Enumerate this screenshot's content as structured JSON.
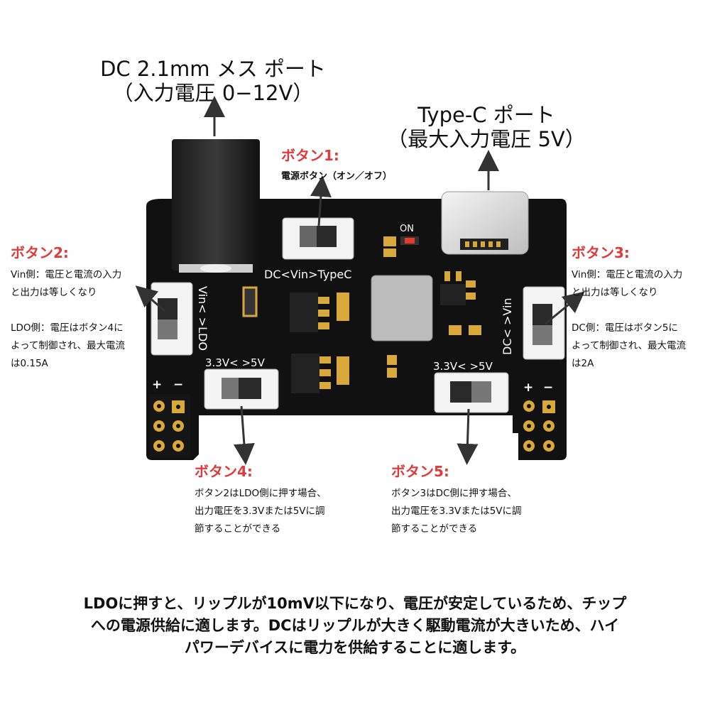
{
  "labels": {
    "dc_port": {
      "line1": "DC 2.1mm メス ポート",
      "line2": "（入力電圧 0−12V）"
    },
    "typec_port": {
      "line1": "Type-C ポート",
      "line2": "（最大入力電圧 5V）"
    }
  },
  "buttons": [
    {
      "title": "ボタン1:",
      "lines": [
        "電源ボタン（オン／オフ）"
      ]
    },
    {
      "title": "ボタン2:",
      "lines": [
        "Vin側：電圧と電流の入力",
        "と出力は等しくなり",
        "",
        "LDO側：電圧はボタン4に",
        "よって制御され、最大電流",
        "は0.15A"
      ]
    },
    {
      "title": "ボタン3:",
      "lines": [
        "Vin側：電圧と電流の入力",
        "と出力は等しくなり",
        "",
        "DC側：電圧はボタン5に",
        "よって制御され、最大電流",
        "は2A"
      ]
    },
    {
      "title": "ボタン4:",
      "lines": [
        "ボタン2はLDO側に押す場合、",
        "出力電圧を3.3Vまたは5Vに調",
        "節することができる"
      ]
    },
    {
      "title": "ボタン5:",
      "lines": [
        "ボタン3はDC側に押す場合、",
        "出力電圧を3.3Vまたは5Vに調",
        "節することができる"
      ]
    }
  ],
  "board": {
    "on_label": "ON",
    "dc_vin_typec": "DC<Vin>TypeC",
    "vin_ldo": "Vin< >LDO",
    "dc_vin": "DC< >Vin",
    "v33_5v_left": "3.3V<  >5V",
    "v33_5v_right": "3.3V<  >5V",
    "plus": "+",
    "minus": "−"
  },
  "bottom_text": [
    "LDOに押すと、リップルが10mV以下になり、電圧が安定しているため、チップ",
    "への電源供給に適します。DCはリップルが大きく駆動電流が大きいため、ハイ",
    "パワーデバイスに電力を供給することに適します。"
  ],
  "colors": {
    "accent": "#e03a3a",
    "pcb": "#111111",
    "gold": "#d8a93a"
  }
}
